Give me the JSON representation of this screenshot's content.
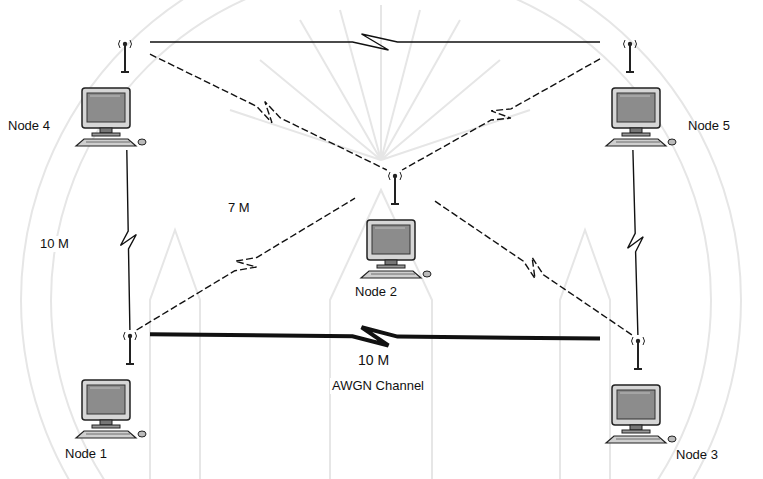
{
  "diagram": {
    "nodes": [
      {
        "text": [
          "Node 4"
        ]
      },
      {
        "text": [
          "Node 5"
        ]
      },
      {
        "text": [
          "Node 2"
        ]
      },
      {
        "text": [
          "Node 1"
        ]
      },
      {
        "text": [
          "Node 3"
        ]
      }
    ],
    "edges": [
      {
        "from": 0,
        "to": 1,
        "arrow": "none"
      },
      {
        "from": 0,
        "to": 2,
        "arrow": "none"
      },
      {
        "from": 1,
        "to": 2,
        "arrow": "none"
      },
      {
        "from": 0,
        "to": 3,
        "label": "10 M",
        "arrow": "none"
      },
      {
        "from": 3,
        "to": 2,
        "label": "7 M",
        "arrow": "none"
      },
      {
        "from": 2,
        "to": 4,
        "arrow": "none"
      },
      {
        "from": 1,
        "to": 4,
        "arrow": "none"
      },
      {
        "from": 3,
        "to": 4,
        "label": "10 M",
        "arrow": "none"
      }
    ],
    "labels": [
      "AWGN Channel"
    ]
  }
}
